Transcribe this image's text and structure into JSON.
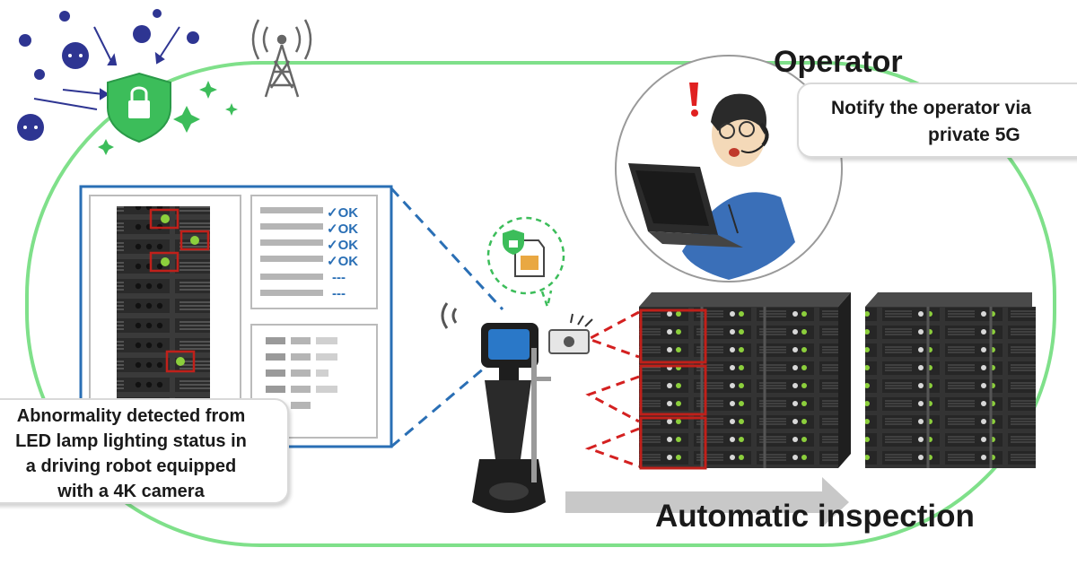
{
  "labels": {
    "operator": "Operator",
    "notify_line1": "Notify the operator via",
    "notify_line2": "private 5G",
    "abnormal_line1": "Abnormality detected from",
    "abnormal_line2": "LED lamp lighting status in",
    "abnormal_line3": "a driving robot equipped",
    "abnormal_line4": "with a 4K camera",
    "automatic_inspection": "Automatic inspection"
  },
  "checklist": {
    "items": [
      "✓OK",
      "✓OK",
      "✓OK",
      "✓OK",
      "---",
      "---"
    ]
  },
  "colors": {
    "zone_outline": "#7fe08a",
    "panel_border": "#2a6fb5",
    "dashed_link": "#2a6fb5",
    "camera_beam": "#d42020",
    "highlight_box": "#c0201a",
    "led_green": "#8ccf3c",
    "shield_green": "#3cbd5a",
    "virus": "#2e3592",
    "arrow_gray": "#c8c8c8",
    "operator_shirt": "#3a6fb8"
  },
  "icons": [
    "virus-icon",
    "shield-lock-icon",
    "antenna-tower-icon",
    "sim-card-icon",
    "wifi-icon",
    "camera-icon",
    "robot-icon",
    "alert-icon",
    "laptop-icon"
  ]
}
